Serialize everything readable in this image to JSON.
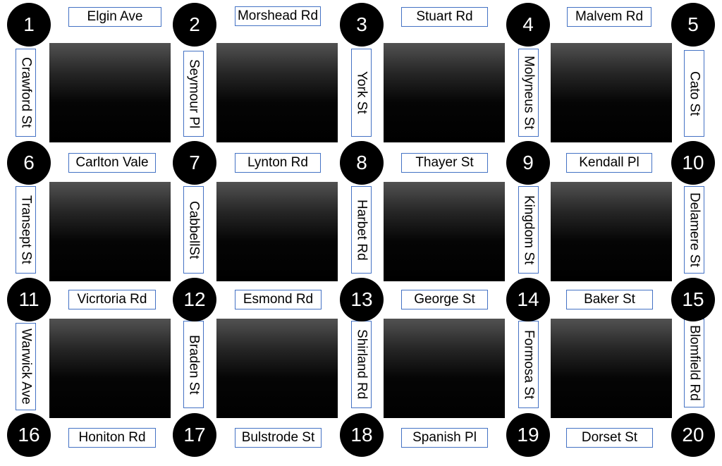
{
  "intersections": [
    "1",
    "2",
    "3",
    "4",
    "5",
    "6",
    "7",
    "8",
    "9",
    "10",
    "11",
    "12",
    "13",
    "14",
    "15",
    "16",
    "17",
    "18",
    "19",
    "20"
  ],
  "horizontal_streets": [
    [
      "Elgin Ave",
      "Morshead Rd",
      "Stuart Rd",
      "Malvem Rd"
    ],
    [
      "Carlton Vale",
      "Lynton Rd",
      "Thayer St",
      "Kendall Pl"
    ],
    [
      "Vicrtoria Rd",
      "Esmond Rd",
      "George St",
      "Baker St"
    ],
    [
      "Honiton Rd",
      "Bulstrode St",
      "Spanish Pl",
      "Dorset St"
    ]
  ],
  "vertical_streets": [
    [
      "Crawford St",
      "Seymour Pl",
      "York St",
      "Molyneus St",
      "Cato St"
    ],
    [
      "Transept St",
      "CabbellSt",
      "Harbet Rd",
      "Kingdom St",
      "Delamere St"
    ],
    [
      "Warwick Ave",
      "Braden St",
      "Shirland Rd",
      "Formosa St",
      "Blomfield Rd"
    ]
  ],
  "colors": {
    "node_fill": "#000000",
    "node_text": "#ffffff",
    "label_border": "#4472c4",
    "block_fill": "#000000"
  }
}
